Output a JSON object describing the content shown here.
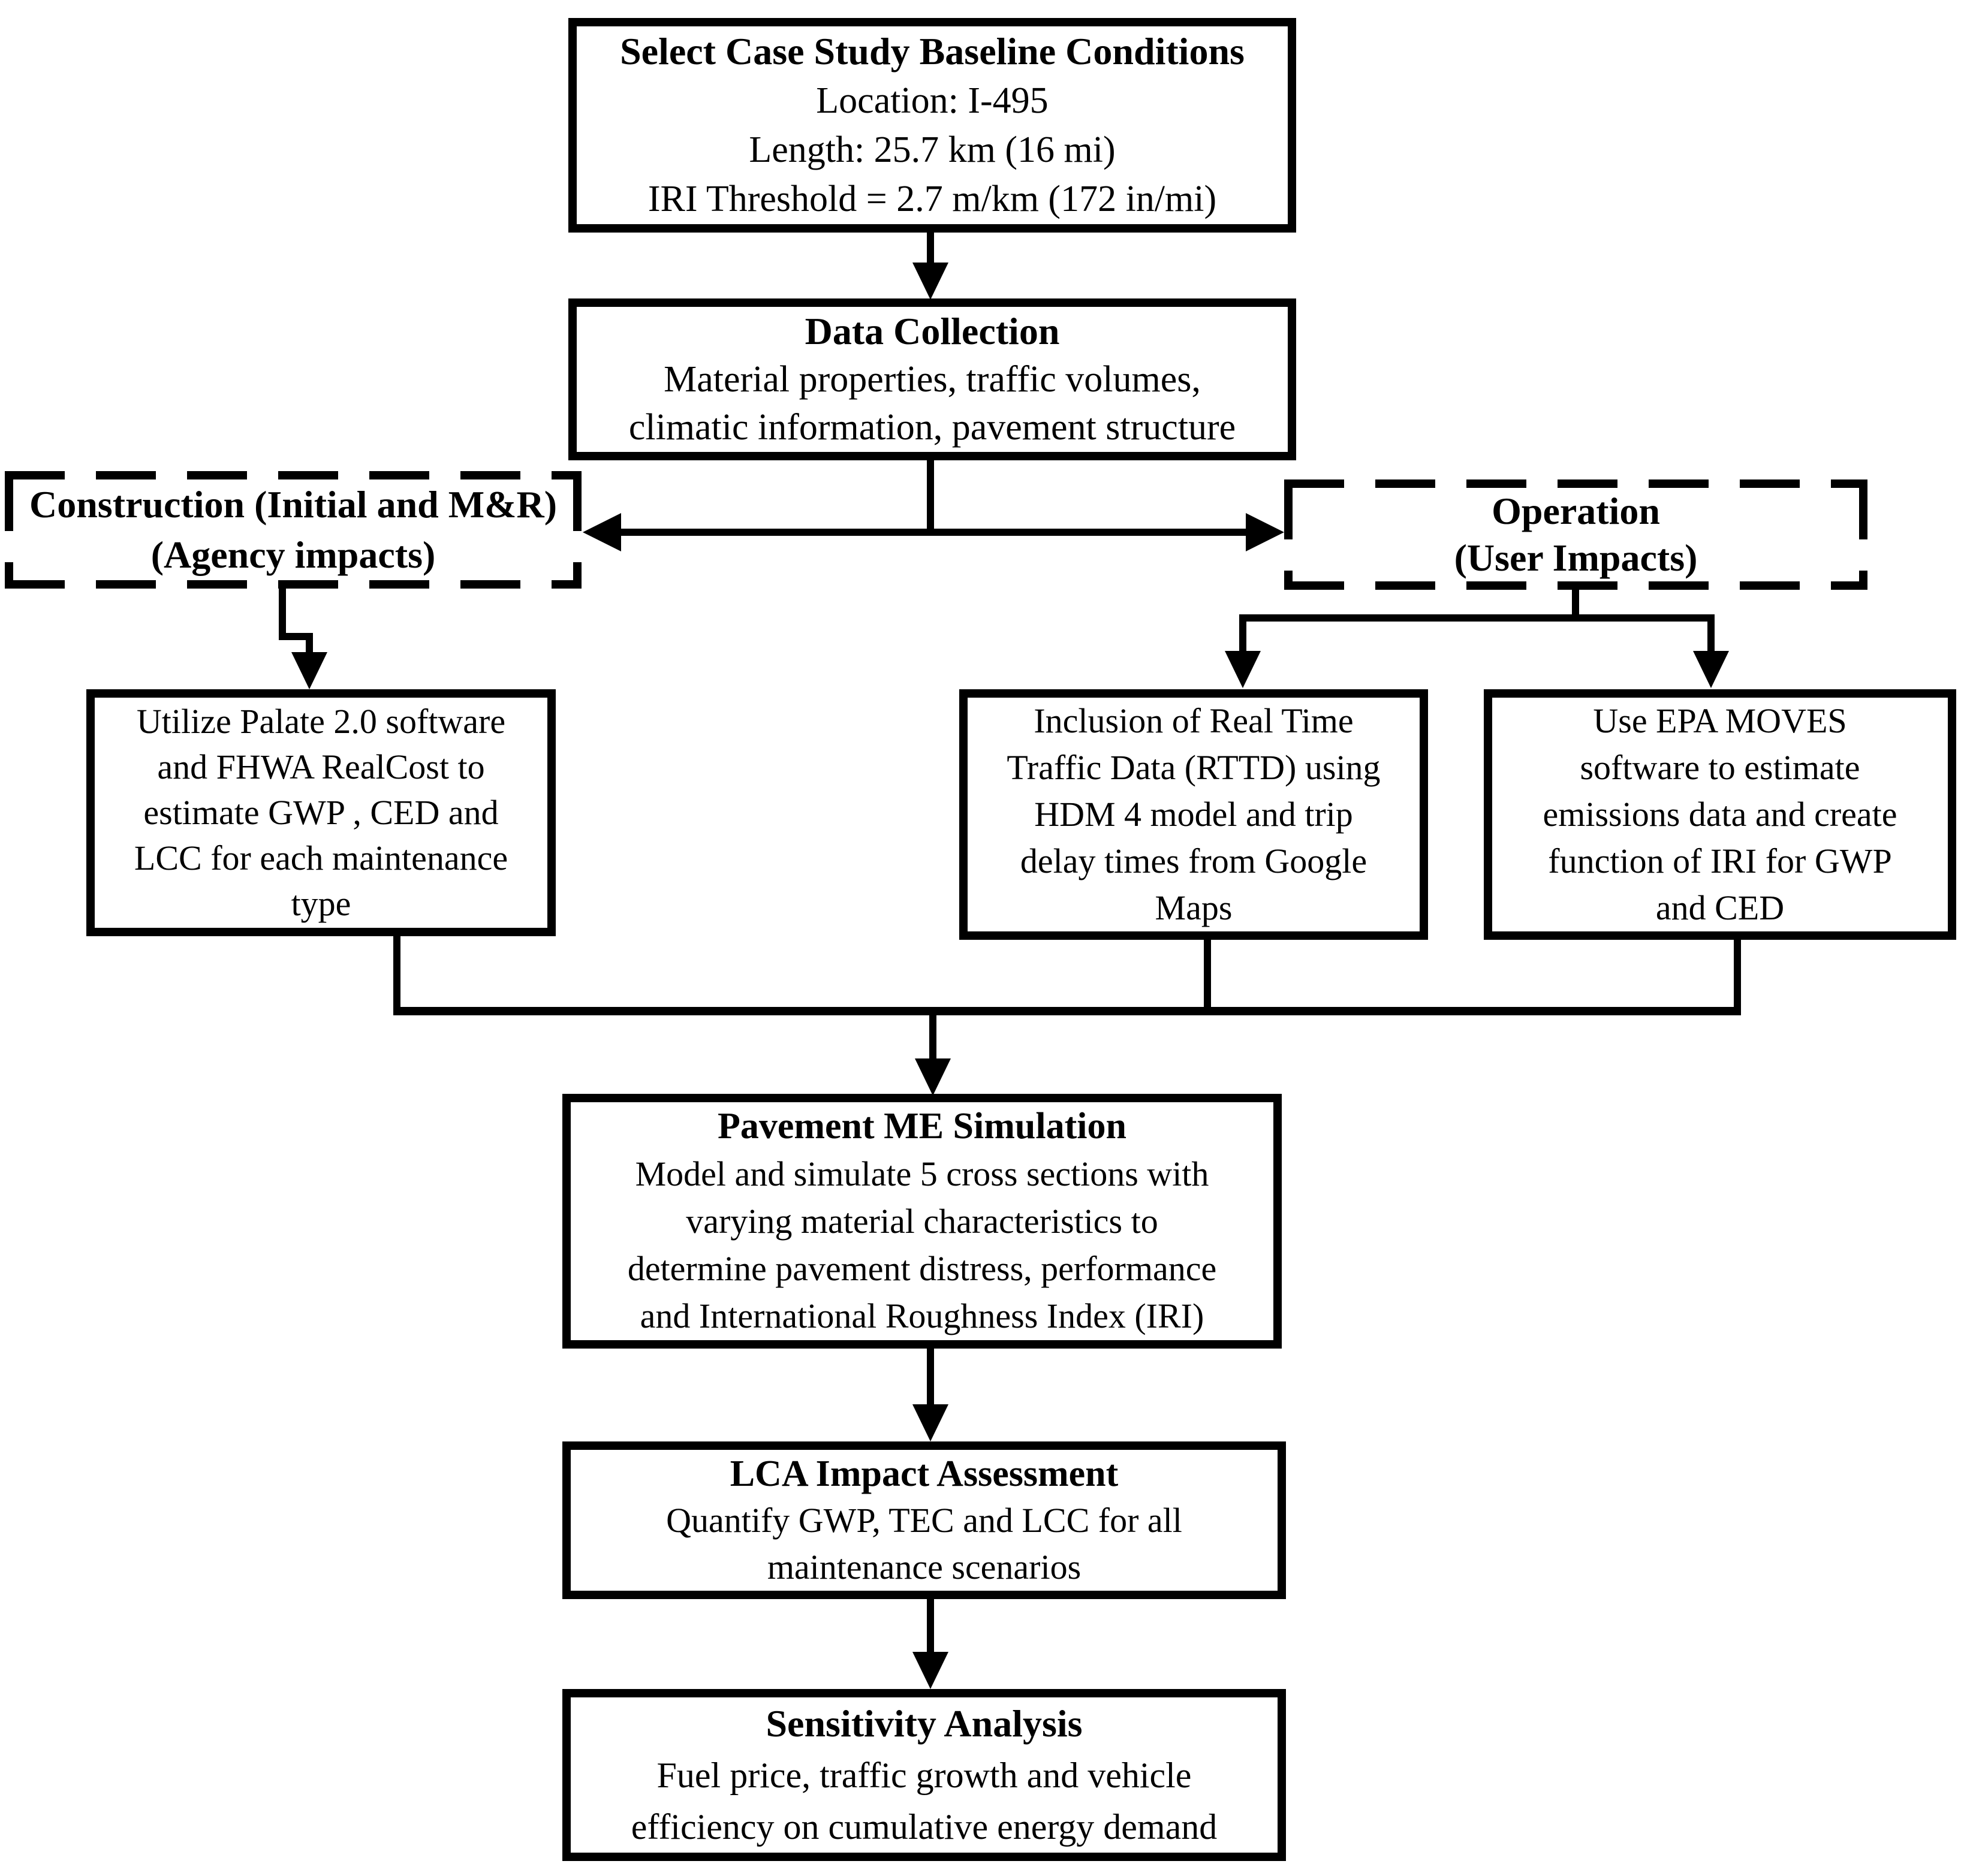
{
  "colors": {
    "ink": "#000000",
    "background": "#ffffff"
  },
  "nodes": {
    "select_baseline": {
      "title": "Select Case Study Baseline Conditions",
      "lines": [
        "Location: I-495",
        "Length: 25.7 km (16 mi)",
        "IRI Threshold = 2.7 m/km (172 in/mi)"
      ]
    },
    "data_collection": {
      "title": "Data Collection",
      "lines": [
        "Material properties, traffic volumes,",
        "climatic information, pavement structure"
      ]
    },
    "construction": {
      "lines": [
        "Construction (Initial and M&R)",
        "(Agency impacts)"
      ]
    },
    "operation": {
      "lines": [
        "Operation",
        "(User Impacts)"
      ]
    },
    "palate_realcost": {
      "lines": [
        "Utilize Palate 2.0 software",
        "and FHWA RealCost to",
        "estimate GWP , CED and",
        "LCC for each maintenance",
        "type"
      ]
    },
    "rttd": {
      "lines": [
        "Inclusion of Real Time",
        "Traffic Data (RTTD) using",
        "HDM 4 model and trip",
        "delay times from Google",
        "Maps"
      ]
    },
    "epa_moves": {
      "lines": [
        "Use EPA MOVES",
        "software to estimate",
        "emissions data and create",
        "function of IRI for GWP",
        "and CED"
      ]
    },
    "pavement_me": {
      "title": "Pavement ME Simulation",
      "lines": [
        "Model and simulate 5 cross sections with",
        "varying material characteristics to",
        "determine pavement distress, performance",
        "and International Roughness Index (IRI)"
      ]
    },
    "lca": {
      "title": "LCA Impact Assessment",
      "lines": [
        "Quantify GWP, TEC and LCC for all",
        "maintenance scenarios"
      ]
    },
    "sensitivity": {
      "title": "Sensitivity Analysis",
      "lines": [
        "Fuel price, traffic growth and vehicle",
        "efficiency on cumulative energy demand"
      ]
    }
  }
}
